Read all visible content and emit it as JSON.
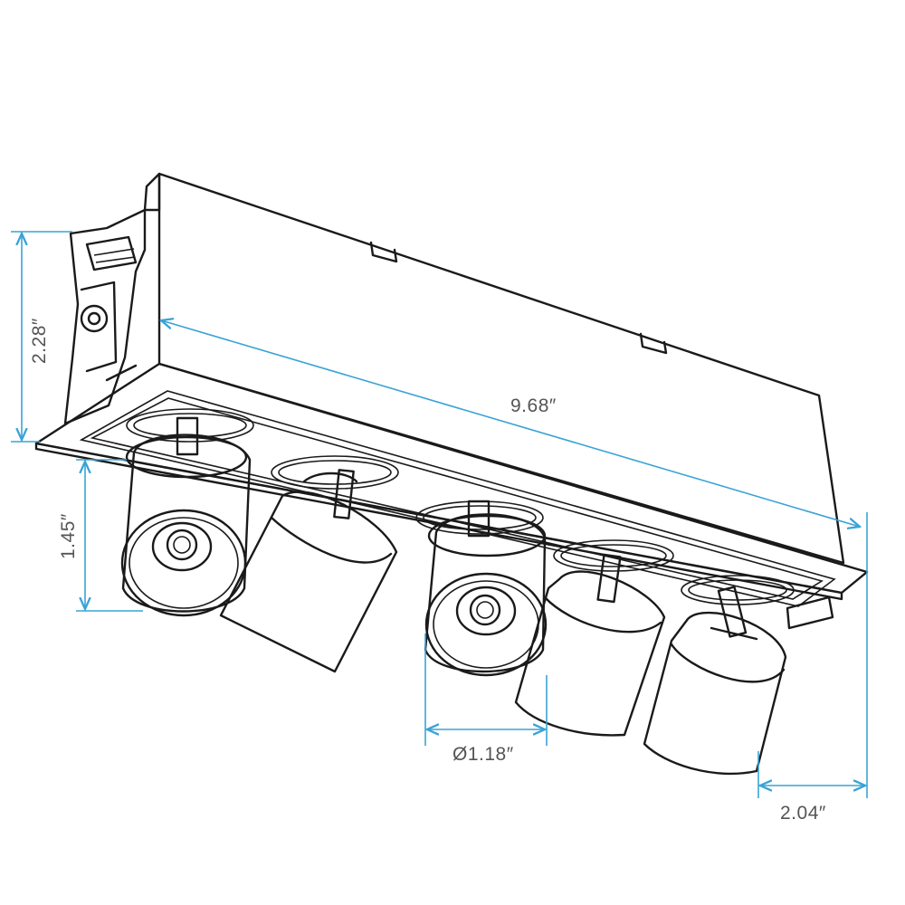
{
  "colors": {
    "line": "#1a1a1a",
    "dimension": "#3aa3d6",
    "label": "#555555",
    "background": "#ffffff"
  },
  "dimensions": {
    "height": "2.28″",
    "length": "9.68″",
    "head_height": "1.45″",
    "head_diameter": "Ø1.18″",
    "width": "2.04″"
  }
}
